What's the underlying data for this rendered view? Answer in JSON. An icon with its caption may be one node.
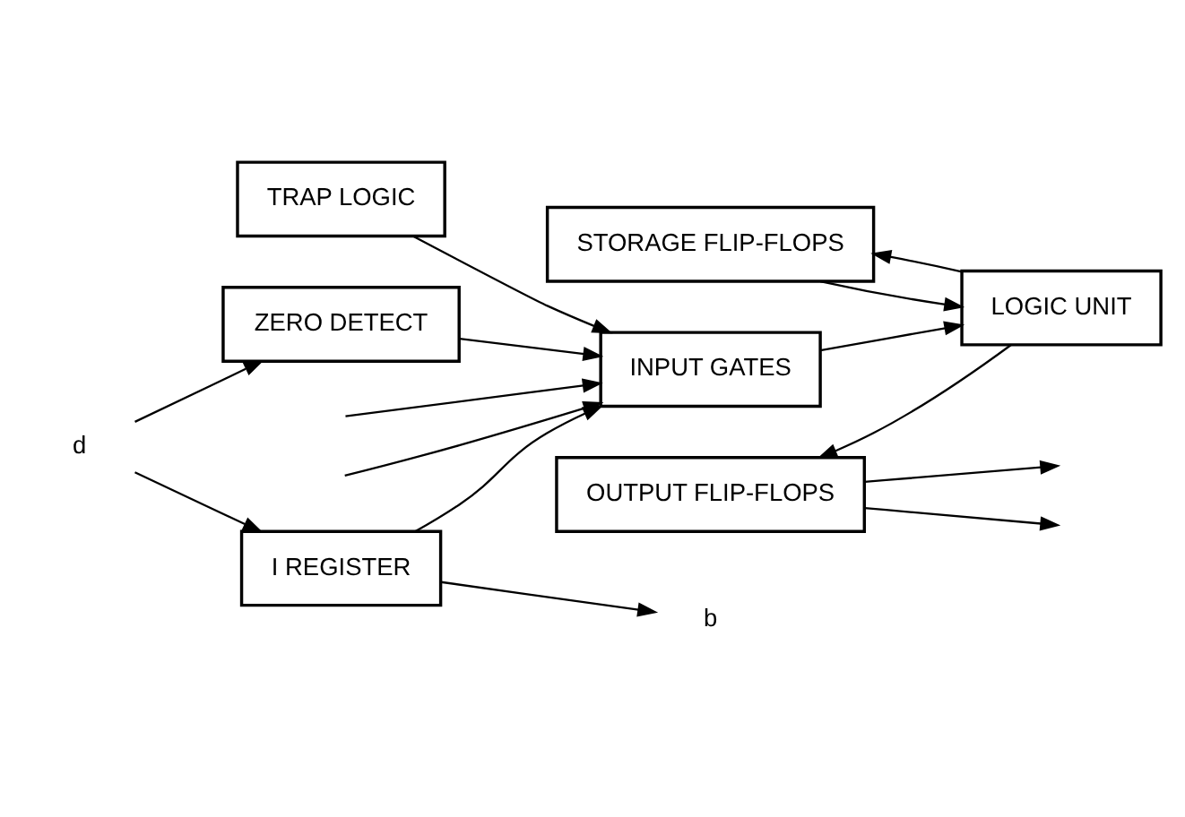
{
  "diagram": {
    "nodes": [
      {
        "text": [
          "b"
        ]
      },
      {
        "text": [
          "I REGISTER"
        ]
      },
      {
        "text": [
          "INPUT GATES"
        ]
      },
      {
        "text": [
          "TRAP LOGIC"
        ]
      },
      {
        "text": [
          "d"
        ]
      },
      {
        "text": [
          "ZERO DETECT"
        ]
      },
      {
        "text": [
          "LOGIC UNIT"
        ]
      },
      {
        "text": [
          "STORAGE FLIP-FLOPS"
        ]
      },
      {
        "text": [
          "OUTPUT FLIP-FLOPS"
        ]
      }
    ],
    "edges": [
      {
        "from": 1,
        "to": 0,
        "arrow": "to"
      },
      {
        "from": 1,
        "to": 2,
        "arrow": "to"
      },
      {
        "from": null,
        "to": 2,
        "arrow": "to"
      },
      {
        "from": null,
        "to": 2,
        "arrow": "to"
      },
      {
        "from": 3,
        "to": 2,
        "arrow": "to"
      },
      {
        "from": 4,
        "to": 1,
        "arrow": "to"
      },
      {
        "from": 4,
        "to": 5,
        "arrow": "to"
      },
      {
        "from": 5,
        "to": 2,
        "arrow": "to"
      },
      {
        "from": 2,
        "to": 6,
        "arrow": "to"
      },
      {
        "from": 7,
        "to": 6,
        "arrow": "to"
      },
      {
        "from": 8,
        "to": null,
        "arrow": "to"
      },
      {
        "from": 8,
        "to": null,
        "arrow": "to"
      },
      {
        "from": 6,
        "to": 7,
        "arrow": "to"
      },
      {
        "from": 6,
        "to": 8,
        "arrow": "to"
      }
    ]
  }
}
